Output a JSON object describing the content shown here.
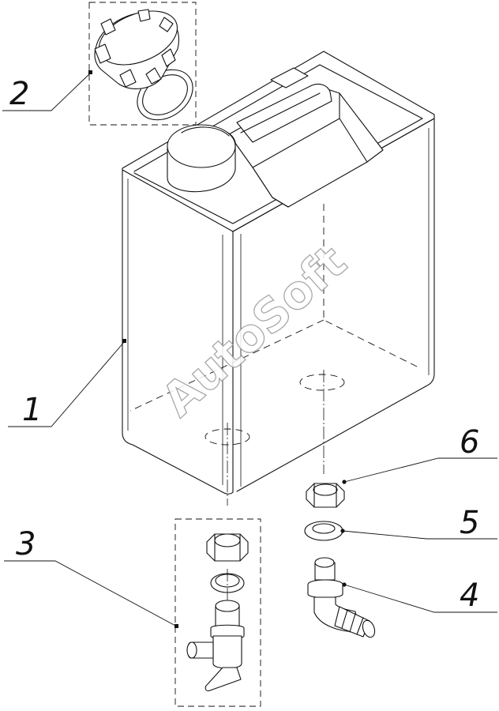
{
  "callouts": [
    {
      "id": "1",
      "label": "1"
    },
    {
      "id": "2",
      "label": "2"
    },
    {
      "id": "3",
      "label": "3"
    },
    {
      "id": "4",
      "label": "4"
    },
    {
      "id": "5",
      "label": "5"
    },
    {
      "id": "6",
      "label": "6"
    }
  ],
  "watermark": {
    "text": "AutoSoft"
  }
}
